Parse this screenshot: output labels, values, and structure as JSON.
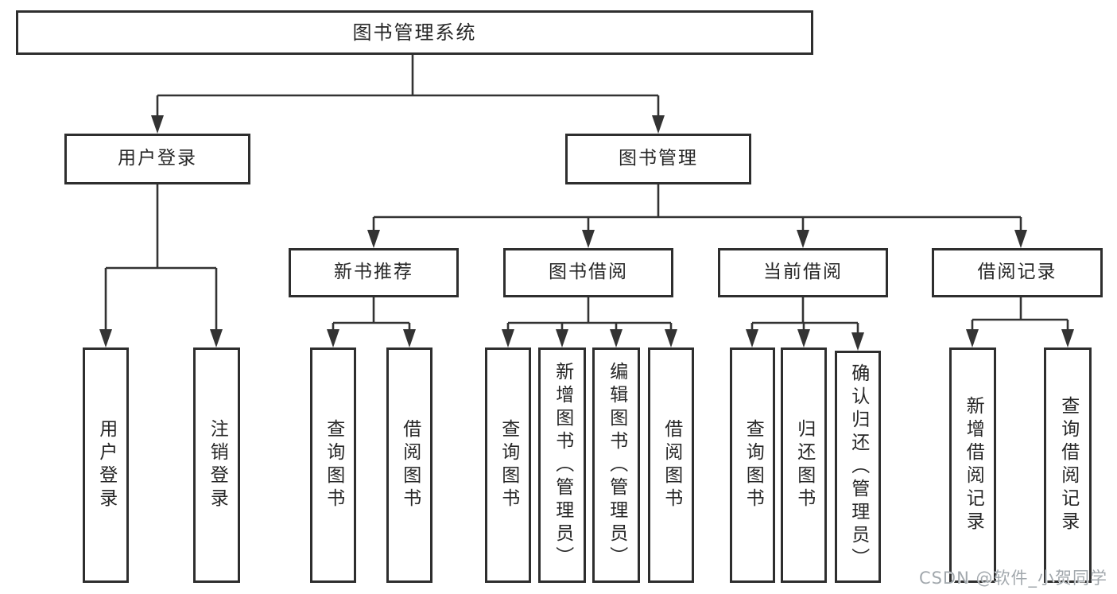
{
  "root_label": "图书管理系统",
  "user_module": {
    "label": "用户登录",
    "children": [
      "用户登录",
      "注销登录"
    ]
  },
  "book_module": {
    "label": "图书管理",
    "sections": [
      {
        "label": "新书推荐",
        "children": [
          "查询图书",
          "借阅图书"
        ]
      },
      {
        "label": "图书借阅",
        "children": [
          "查询图书",
          "新增图书（管理员）",
          "编辑图书（管理员）",
          "借阅图书"
        ]
      },
      {
        "label": "当前借阅",
        "children": [
          "查询图书",
          "归还图书",
          "确认归还（管理员）"
        ]
      },
      {
        "label": "借阅记录",
        "children": [
          "新增借阅记录",
          "查询借阅记录"
        ]
      }
    ]
  },
  "watermark": "CSDN @软件_小贺同学",
  "colors": {
    "line": "#333333",
    "box_border": "#2e2e2e",
    "text": "#262626",
    "watermark": "#a2a8ad",
    "background": "#ffffff"
  }
}
